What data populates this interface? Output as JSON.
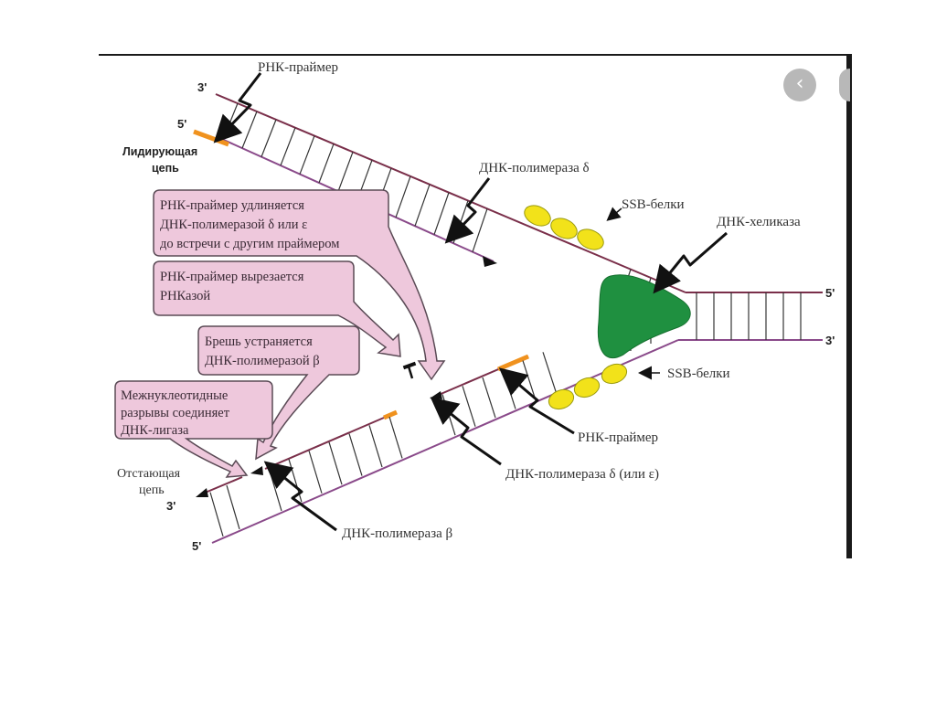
{
  "slide": {
    "title": "Репликация ДНК: лидирующая и отстающая цепи",
    "navigation": {
      "prev_label": "‹",
      "next_label": "›"
    }
  },
  "colors": {
    "upper_strand": "#7a2f4a",
    "lower_strand": "#8a4a8a",
    "primer": "#f0921e",
    "helicase": "#1f9040",
    "ssb": "#f2e21a",
    "ssb_outline": "#9a9a10",
    "callout_fill": "#eec8dc",
    "callout_stroke": "#5a4a55"
  },
  "labels": {
    "rna_primer_top": "РНК-праймер",
    "leading_3prime": "3'",
    "leading_5prime": "5'",
    "leading_strand_line1": "Лидирующая",
    "leading_strand_line2": "цепь",
    "dna_pol_delta": "ДНК-полимераза δ",
    "ssb_top": "SSB-белки",
    "helicase": "ДНК-хеликаза",
    "right_5prime": "5'",
    "right_3prime": "3'",
    "ssb_bottom": "SSB-белки",
    "rna_primer_bottom": "РНК-праймер",
    "dna_pol_delta_eps": "ДНК-полимераза δ (или ε)",
    "lagging_strand_line1": "Отстающая",
    "lagging_strand_line2": "цепь",
    "lagging_3prime": "3'",
    "lagging_5prime": "5'",
    "dna_pol_beta": "ДНК-полимераза β"
  },
  "callouts": [
    {
      "lines": [
        "РНК-праймер удлиняется",
        "ДНК-полимеразой δ или ε",
        "до встречи с другим праймером"
      ]
    },
    {
      "lines": [
        "РНК-праймер вырезается",
        "РНКазой"
      ]
    },
    {
      "lines": [
        "Брешь устраняется",
        "ДНК-полимеразой β"
      ]
    },
    {
      "lines": [
        "Межнуклеотидные",
        "разрывы соединяет",
        "ДНК-лигаза"
      ]
    }
  ]
}
